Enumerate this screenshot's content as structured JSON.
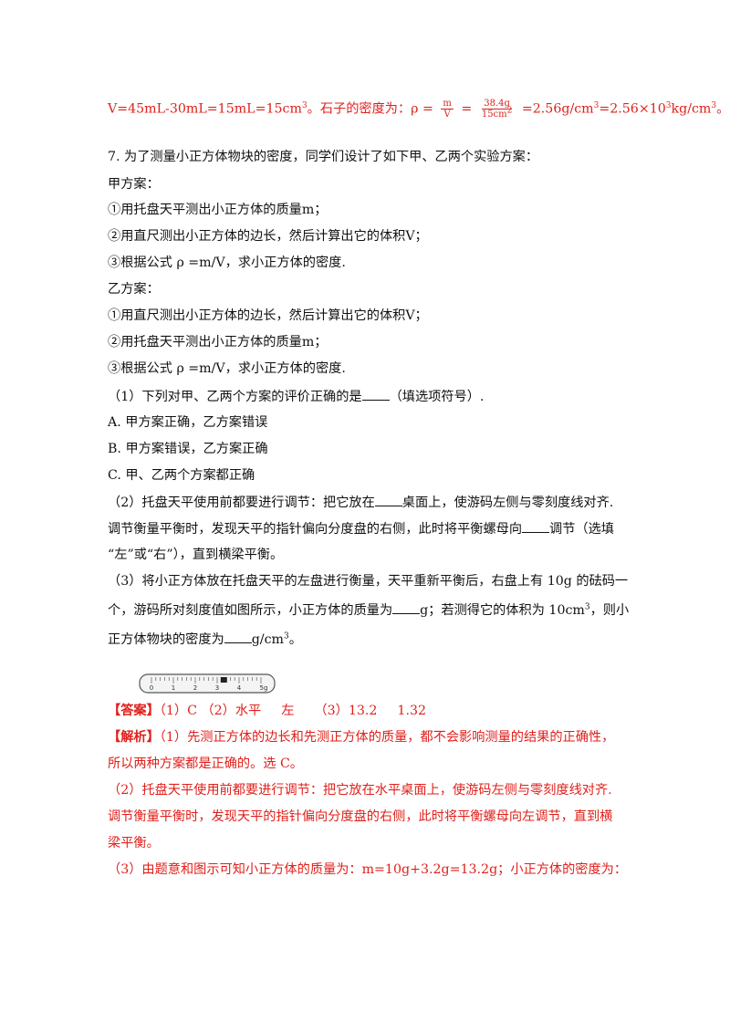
{
  "top_line": {
    "lead": "V=45mL-30mL=15mL=15cm",
    "sup3": "3",
    "mid": "。石子的密度为：ρ = ",
    "frac1_num": "m",
    "frac1_den": "V",
    "eq": " = ",
    "frac2_num": "38.4g",
    "frac2_den": "15cm",
    "frac2_den_sup": "2",
    "tail1": " =2.56g/cm",
    "tail1_sup": "3",
    "tail2": "=2.56×10",
    "tail2_sup": "3",
    "tail3": "kg/cm",
    "tail3_sup": "3",
    "tail4": "。"
  },
  "question": {
    "title": "7. 为了测量小正方体物块的密度，同学们设计了如下甲、乙两个实验方案：",
    "plan_a_label": "甲方案：",
    "plan_a_steps": [
      "①用托盘天平测出小正方体的质量m；",
      "②用直尺测出小正方体的边长，然后计算出它的体积V；",
      "③根据公式 ρ =m/V，求小正方体的密度."
    ],
    "plan_b_label": "乙方案：",
    "plan_b_steps": [
      "①用直尺测出小正方体的边长，然后计算出它的体积V；",
      "②用托盘天平测出小正方体的质量m；",
      "③根据公式 ρ =m/V，求小正方体的密度."
    ],
    "q1_pre": "（1）下列对甲、乙两个方案的评价正确的是",
    "q1_post": "（填选项符号）.",
    "options": [
      "A. 甲方案正确，乙方案错误",
      "B. 甲方案错误，乙方案正确",
      "C. 甲、乙两个方案都正确"
    ],
    "q2_a_pre": "（2）托盘天平使用前都要进行调节：把它放在",
    "q2_a_post": "桌面上，使游码左侧与零刻度线对齐.",
    "q2_b_pre": "调节衡量平衡时，发现天平的指针偏向分度盘的右侧，此时将平衡螺母向",
    "q2_b_post": "调节（选填",
    "q2_c": "“左”或“右”），直到横梁平衡。",
    "q3_a": "（3）将小正方体放在托盘天平的左盘进行衡量，天平重新平衡后，右盘上有 10g 的砝码一",
    "q3_b_pre": "个，游码所对刻度值如图所示，小正方体的质量为",
    "q3_b_mid": "g；若测得它的体积为 10cm",
    "q3_b_sup": "3",
    "q3_b_post": "，则小",
    "q3_c_pre": "正方体物块的密度为",
    "q3_c_post": "g/cm",
    "q3_c_sup": "3",
    "q3_c_end": "。"
  },
  "ruler": {
    "tick_labels": [
      "0",
      "1",
      "2",
      "3",
      "4",
      "5g"
    ],
    "rider_value": 3.2
  },
  "answer": {
    "key": "【答案】",
    "text": "（1）C  （2）水平",
    "text2": "左",
    "text3": "（3）13.2",
    "text4": "1.32"
  },
  "analysis": {
    "key": "【解析】",
    "p1a": "（1）先测正方体的边长和先测正方体的质量，都不会影响测量的结果的正确性，",
    "p1b": "所以两种方案都是正确的。选 C。",
    "p2a": "（2）托盘天平使用前都要进行调节：把它放在水平桌面上，使游码左侧与零刻度线对齐.",
    "p2b": "调节衡量平衡时，发现天平的指针偏向分度盘的右侧，此时将平衡螺母向左调节，直到横",
    "p2c": "梁平衡。",
    "p3": "（3）由题意和图示可知小正方体的质量为：m=10g+3.2g=13.2g；小正方体的密度为："
  },
  "colors": {
    "answer_red": "#e0201b",
    "text": "#111111"
  }
}
